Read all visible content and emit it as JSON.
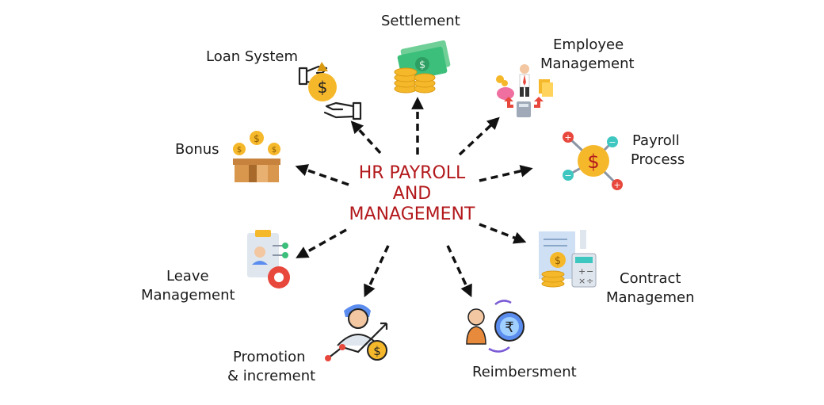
{
  "center": {
    "line1": "HR PAYROLL",
    "line2": "AND",
    "line3": "MANAGEMENT",
    "color": "#b3191c"
  },
  "nodes": {
    "settlement": {
      "label": "Settlement",
      "icon": "cash-coins-icon"
    },
    "employee_management": {
      "line1": "Employee",
      "line2": "Management",
      "icon": "employee-management-icon"
    },
    "payroll_process": {
      "line1": "Payroll",
      "line2": "Process",
      "icon": "dollar-network-icon"
    },
    "contract_management": {
      "line1": "Contract",
      "line2": "Managemen",
      "icon": "contract-calculator-icon"
    },
    "reimbersment": {
      "label": "Reimbersment",
      "icon": "rupee-exchange-icon"
    },
    "promotion": {
      "line1": "Promotion",
      "line2": "& increment",
      "icon": "promotion-growth-icon"
    },
    "leave_management": {
      "line1": "Leave",
      "line2": "Management",
      "icon": "clipboard-gear-icon"
    },
    "bonus": {
      "label": "Bonus",
      "icon": "bonus-box-icon"
    },
    "loan_system": {
      "label": "Loan System",
      "icon": "loan-hand-icon"
    }
  },
  "colors": {
    "arrow": "#111111",
    "gold": "#f6b82b",
    "green": "#3cbf7a",
    "blue": "#5b8def",
    "red": "#e8473c"
  }
}
